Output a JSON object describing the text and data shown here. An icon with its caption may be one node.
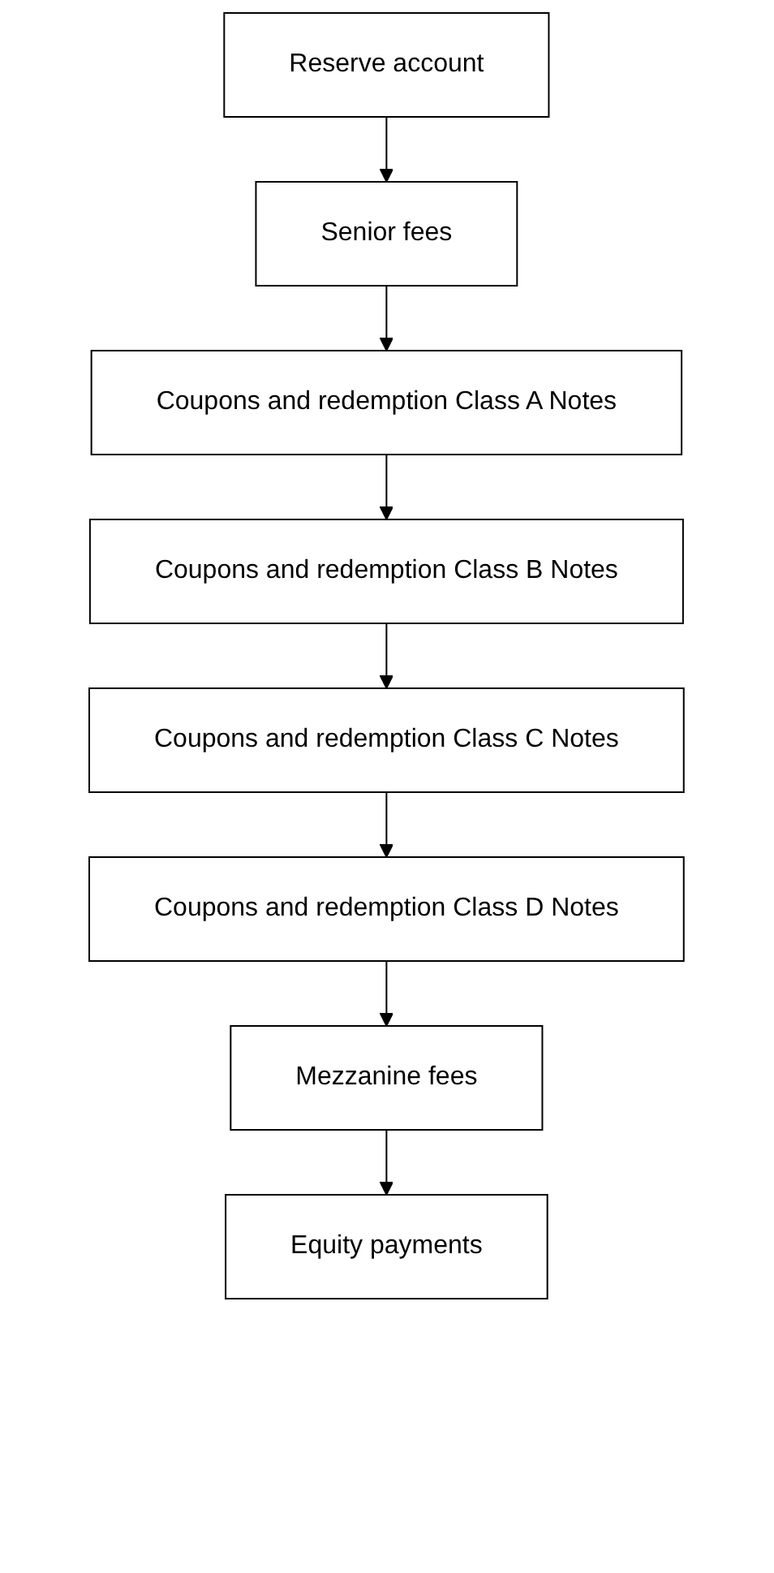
{
  "diagram": {
    "nodes": [
      {
        "text": [
          "Reserve account"
        ]
      },
      {
        "text": [
          "Senior fees"
        ]
      },
      {
        "text": [
          "Coupons and redemption Class A Notes"
        ]
      },
      {
        "text": [
          "Coupons and redemption Class B Notes"
        ]
      },
      {
        "text": [
          "Coupons and redemption Class C Notes"
        ]
      },
      {
        "text": [
          "Coupons and redemption Class D Notes"
        ]
      },
      {
        "text": [
          "Mezzanine fees"
        ]
      },
      {
        "text": [
          "Equity payments"
        ]
      }
    ],
    "edges": [
      {
        "from": 0,
        "to": 1,
        "arrow": "to"
      },
      {
        "from": 1,
        "to": 2,
        "arrow": "to"
      },
      {
        "from": 2,
        "to": 3,
        "arrow": "to"
      },
      {
        "from": 3,
        "to": 4,
        "arrow": "to"
      },
      {
        "from": 4,
        "to": 5,
        "arrow": "to"
      },
      {
        "from": 5,
        "to": 6,
        "arrow": "to"
      },
      {
        "from": 6,
        "to": 7,
        "arrow": "to"
      }
    ]
  }
}
